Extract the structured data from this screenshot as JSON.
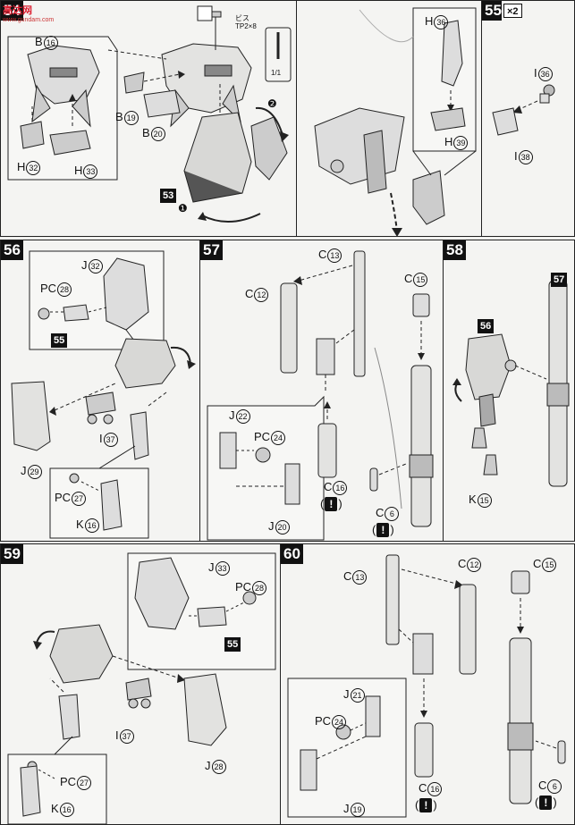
{
  "watermark": {
    "text": "高达网",
    "url": "www.gundam.com"
  },
  "p54": {
    "step": "54",
    "ref53": "53",
    "screw_label": "ビス",
    "screw_spec": "TP2×8",
    "screw_qty": "1/1",
    "labels": [
      {
        "p": "B",
        "n": "16"
      },
      {
        "p": "H",
        "n": "32"
      },
      {
        "p": "H",
        "n": "33"
      },
      {
        "p": "B",
        "n": "19"
      },
      {
        "p": "B",
        "n": "20"
      }
    ],
    "order1": "❶",
    "order2": "❷"
  },
  "p54b": {
    "labels": [
      {
        "p": "H",
        "n": "36"
      },
      {
        "p": "H",
        "n": "39"
      }
    ]
  },
  "p55": {
    "step": "55",
    "mult": "×2",
    "labels": [
      {
        "p": "I",
        "n": "36"
      },
      {
        "p": "I",
        "n": "38"
      }
    ]
  },
  "p56": {
    "step": "56",
    "ref55": "55",
    "labels": [
      {
        "p": "J",
        "n": "32"
      },
      {
        "p": "PC",
        "n": "28"
      },
      {
        "p": "J",
        "n": "29"
      },
      {
        "p": "I",
        "n": "37"
      },
      {
        "p": "PC",
        "n": "27"
      },
      {
        "p": "K",
        "n": "16"
      }
    ]
  },
  "p57": {
    "step": "57",
    "labels": [
      {
        "p": "C",
        "n": "13"
      },
      {
        "p": "C",
        "n": "12"
      },
      {
        "p": "C",
        "n": "15"
      },
      {
        "p": "J",
        "n": "22"
      },
      {
        "p": "PC",
        "n": "24"
      },
      {
        "p": "C",
        "n": "16"
      },
      {
        "p": "J",
        "n": "20"
      },
      {
        "p": "C",
        "n": "6"
      }
    ],
    "warn": "!"
  },
  "p58": {
    "step": "58",
    "ref57": "57",
    "ref56": "56",
    "labels": [
      {
        "p": "K",
        "n": "15"
      }
    ]
  },
  "p59": {
    "step": "59",
    "ref55": "55",
    "labels": [
      {
        "p": "J",
        "n": "33"
      },
      {
        "p": "PC",
        "n": "28"
      },
      {
        "p": "I",
        "n": "37"
      },
      {
        "p": "J",
        "n": "28"
      },
      {
        "p": "PC",
        "n": "27"
      },
      {
        "p": "K",
        "n": "16"
      }
    ]
  },
  "p60": {
    "step": "60",
    "labels": [
      {
        "p": "C",
        "n": "13"
      },
      {
        "p": "C",
        "n": "12"
      },
      {
        "p": "C",
        "n": "15"
      },
      {
        "p": "J",
        "n": "21"
      },
      {
        "p": "PC",
        "n": "24"
      },
      {
        "p": "J",
        "n": "19"
      },
      {
        "p": "C",
        "n": "16"
      },
      {
        "p": "C",
        "n": "6"
      }
    ],
    "warn": "!"
  }
}
